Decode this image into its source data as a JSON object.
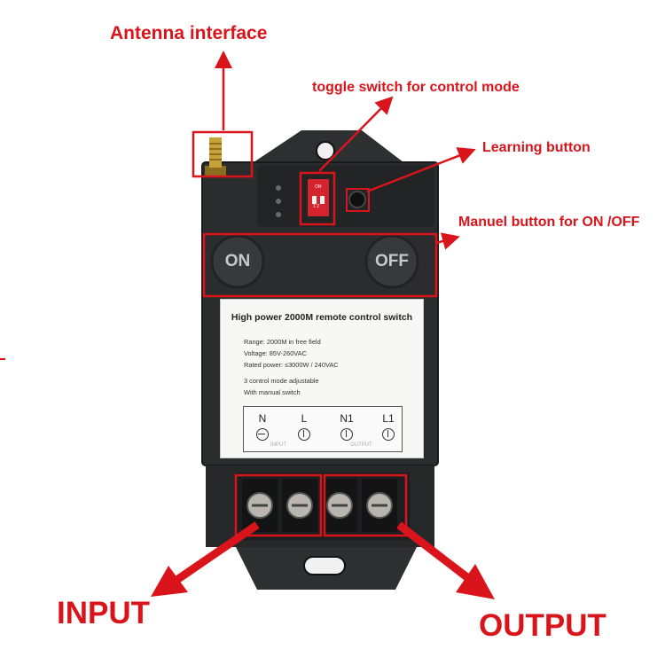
{
  "callouts": {
    "antenna": "Antenna interface",
    "toggle": "toggle switch for control mode",
    "learning": "Learning button",
    "manual": "Manuel button for ON /OFF",
    "input": "INPUT",
    "output": "OUTPUT"
  },
  "device": {
    "on_button": "ON",
    "off_button": "OFF",
    "dip_on": "ON",
    "dip_numbers": "1  2"
  },
  "label_card": {
    "title": "High power 2000M remote control switch",
    "range": "Range: 2000M in free field",
    "voltage": "Voltage: 85V-260VAC",
    "power": "Rated power: ≤3000W / 240VAC",
    "mode": "3 control mode adjustable",
    "manual": "With manual switch",
    "terminals": [
      "N",
      "L",
      "N1",
      "L1"
    ],
    "in_label": "INPUT",
    "out_label": "OUTPUT"
  },
  "colors": {
    "annotation_red": "#d9151b",
    "device_body": "#2b2c2e",
    "device_shadow": "#1a1b1c"
  }
}
